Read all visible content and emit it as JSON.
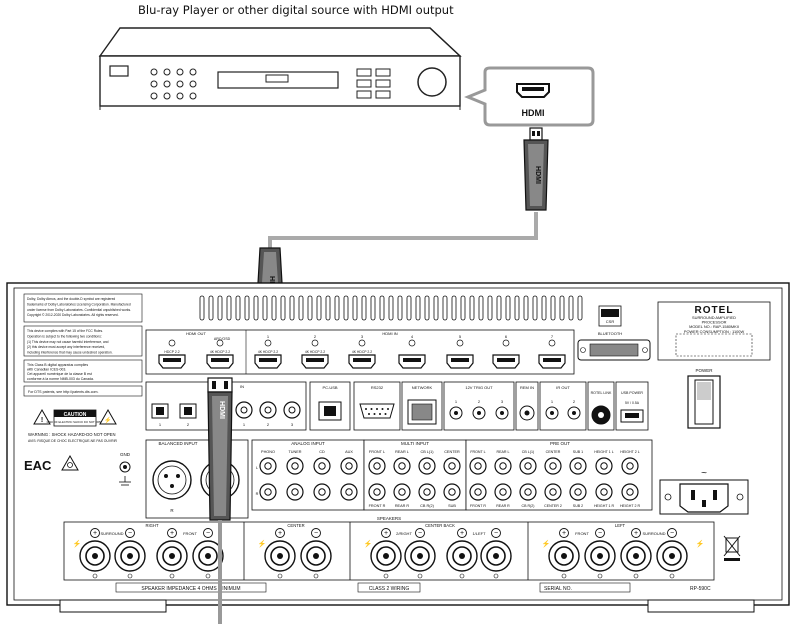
{
  "caption": "Blu-ray Player or other digital source with HDMI output",
  "callout": {
    "label": "HDMI"
  },
  "cable": {
    "label": "HDMI"
  },
  "rear_panel": {
    "brand": "ROTEL",
    "product_lines": [
      "SURROUND AMPLIFIED",
      "PROCESSOR",
      "MODEL NO.: RAP-1580MKII",
      "POWER CONSUMPTION : 1100W"
    ],
    "model_code": "RP-590C",
    "serial_label": "SERIAL NO.",
    "impedance_label": "SPEAKER IMPEDANCE 4 OHMS MINIMUM",
    "wiring_label": "CLASS 2 WIRING",
    "speakers_label": "SPEAKERS",
    "hdmi_out_label": "HDMI OUT",
    "arc_label": "ARC/OSD",
    "hdmi_in_label": "HDMI IN",
    "hdcp_labels": [
      "HDCP 2.2",
      "4K HDCP 2.2",
      "4K HDCP 2.2",
      "4K HDCP 2.2",
      "4K HDCP 2.2"
    ],
    "hdmi_in_numbers": [
      "1",
      "2",
      "3",
      "4",
      "5",
      "6",
      "7"
    ],
    "bluetooth_label": "BLUETOOTH",
    "aptx_label": "CSR",
    "power_label": "POWER",
    "pc_usb_label": "PC-USB",
    "rs232_label": "RS232",
    "network_label": "NETWORK",
    "trig_label": "12V TRIG OUT",
    "trig_numbers": [
      "1",
      "2",
      "3"
    ],
    "rem_label": "REM IN",
    "ir_label": "IR OUT",
    "ir_numbers": [
      "1",
      "2"
    ],
    "rotel_link_label": "ROTEL LINK",
    "usb_power_label": "USB POWER",
    "usb_power_value": "5V / 0.5A",
    "optical_label": "IN",
    "optical_numbers": [
      "1",
      "2"
    ],
    "coax_numbers": [
      "1",
      "2",
      "3"
    ],
    "balanced_label": "BALANCED INPUT",
    "balanced_channels": [
      "R",
      "L"
    ],
    "analog_label": "ANALOG INPUT",
    "analog_cols": [
      "PHONO",
      "TUNER",
      "CD",
      "AUX"
    ],
    "multi_label": "MULTI INPUT",
    "multi_top": [
      "FRONT L",
      "REAR L",
      "CB L(1)",
      "CENTER"
    ],
    "multi_bottom": [
      "FRONT R",
      "REAR R",
      "CB R(2)",
      "SUB"
    ],
    "preout_label": "PRE OUT",
    "preout_top": [
      "FRONT L",
      "REAR L",
      "CB L(1)",
      "CENTER",
      "SUB 1",
      "HEIGHT 1 L",
      "HEIGHT 2 L"
    ],
    "preout_bottom": [
      "FRONT R",
      "REAR R",
      "CB R(2)",
      "CENTER 2",
      "SUB 2",
      "HEIGHT 1 R",
      "HEIGHT 2 R"
    ],
    "gnd_label": "GND",
    "row_labels": [
      "L",
      "R"
    ],
    "speaker_groups": [
      "RIGHT",
      "CENTER",
      "CENTER BACK",
      "LEFT"
    ],
    "speaker_sub": [
      "SURROUND",
      "FRONT",
      "2/RIGHT",
      "1/LEFT",
      "FRONT",
      "SURROUND"
    ],
    "caution_title": "CAUTION",
    "caution_sub": "RISK OF ELECTRIC SHOCK DO NOT OPEN",
    "warning_text": "WARNING : SHOCK HAZARD-DO NOT OPEN",
    "warning_fr": "AVIS: RISQUE DE CHOC ELECTRIQUE-NE PAS OUVRIR",
    "dolby_text": [
      "Dolby, Dolby Atmos, and the double-D symbol are registered",
      "trademarks of Dolby Laboratories Licensing Corporation. Manufactured",
      "under license from Dolby Laboratories. Confidential unpublished works.",
      "Copyright © 2012-2020 Dolby Laboratories. All rights reserved."
    ],
    "fcc_text": [
      "This device complies with Part 15 of the FCC Rules.",
      "Operation is subject to the following two conditions:",
      "(1) This device may not cause harmful interference, and",
      "(2) this device must accept any interference received,",
      "including interference that may cause undesired operation."
    ],
    "canada_text": [
      "This Class B digital apparatus complies",
      "with Canadian ICES-003.",
      "Cet appareil numérique de la classe B est",
      "conforme à la norme NMB-003 du Canada."
    ],
    "dts_text": "For DTS patents, see http://patents.dts.com.",
    "eac_label": "EAC"
  }
}
